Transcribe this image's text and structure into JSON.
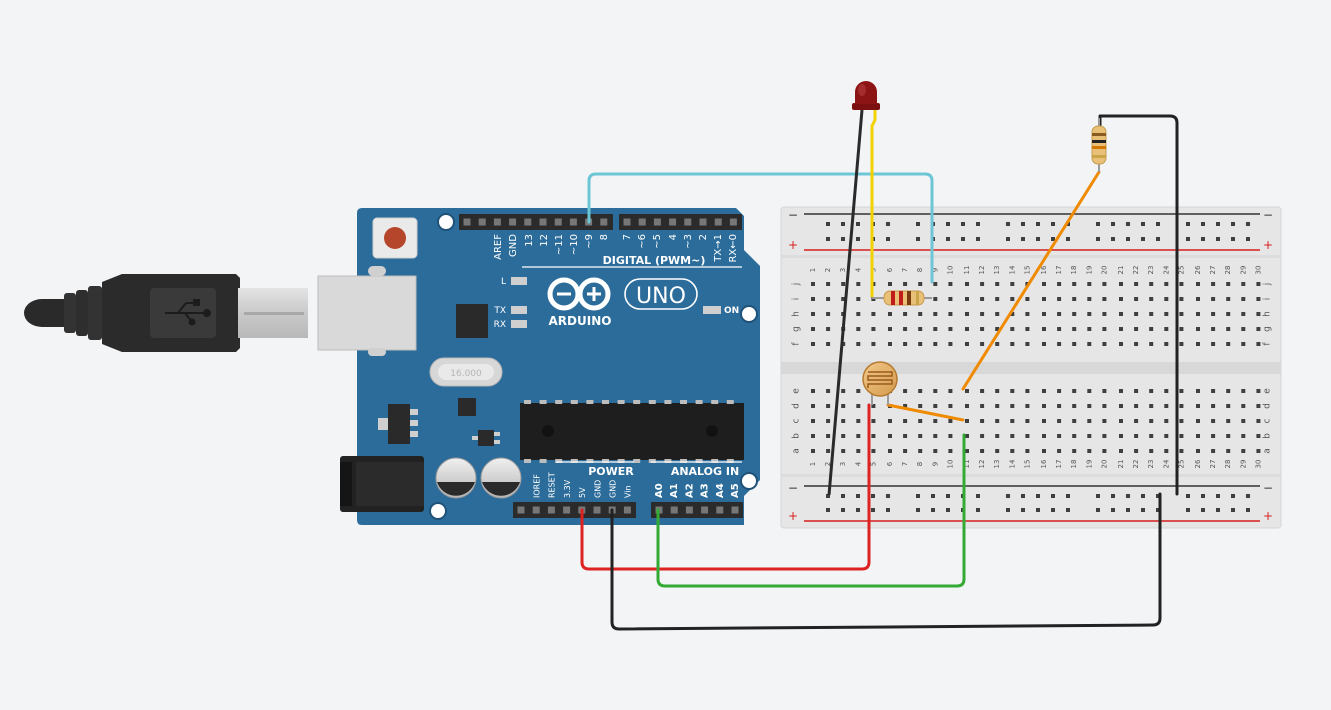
{
  "colors": {
    "background": "#f3f4f6",
    "board": "#2c6c9b",
    "board_dark": "#1f5279",
    "header": "#2b2b2b",
    "wire_red": "#dd2222",
    "wire_black": "#222222",
    "wire_green": "#33aa33",
    "wire_yellow": "#f2d200",
    "wire_orange": "#f08a00",
    "wire_cyan": "#6cc6d6",
    "led_red": "#8c1414",
    "breadboard": "#e6e6e6",
    "rail_red": "#d61f1f",
    "rail_dark": "#333333"
  },
  "arduino": {
    "brand": "ARDUINO",
    "model": "UNO",
    "digital_label": "DIGITAL (PWM~)",
    "power_label": "POWER",
    "analog_label": "ANALOG IN",
    "on_label": "ON",
    "led_labels": [
      "L",
      "TX",
      "RX"
    ],
    "crystal_label": "16.000",
    "digital_pins": [
      "AREF",
      "GND",
      "13",
      "12",
      "~11",
      "~10",
      "~9",
      "8",
      "7",
      "~6",
      "~5",
      "4",
      "~3",
      "2",
      "TX→1",
      "RX←0"
    ],
    "power_pins": [
      "IOREF",
      "RESET",
      "3.3V",
      "5V",
      "GND",
      "GND",
      "Vin"
    ],
    "analog_pins": [
      "A0",
      "A1",
      "A2",
      "A3",
      "A4",
      "A5"
    ]
  },
  "breadboard": {
    "columns": [
      "1",
      "2",
      "3",
      "4",
      "5",
      "6",
      "7",
      "8",
      "9",
      "10",
      "11",
      "12",
      "13",
      "14",
      "15",
      "16",
      "17",
      "18",
      "19",
      "20",
      "21",
      "22",
      "23",
      "24",
      "25",
      "26",
      "27",
      "28",
      "29",
      "30"
    ],
    "rows_top": [
      "j",
      "i",
      "h",
      "g",
      "f"
    ],
    "rows_bottom": [
      "e",
      "d",
      "c",
      "b",
      "a"
    ],
    "rail_minus": "−",
    "rail_plus": "+"
  },
  "components": {
    "usb_icon": "usb-icon",
    "led": "red-led",
    "photoresistor": "photoresistor",
    "resistors": [
      "resistor-led",
      "resistor-pulldown"
    ]
  }
}
